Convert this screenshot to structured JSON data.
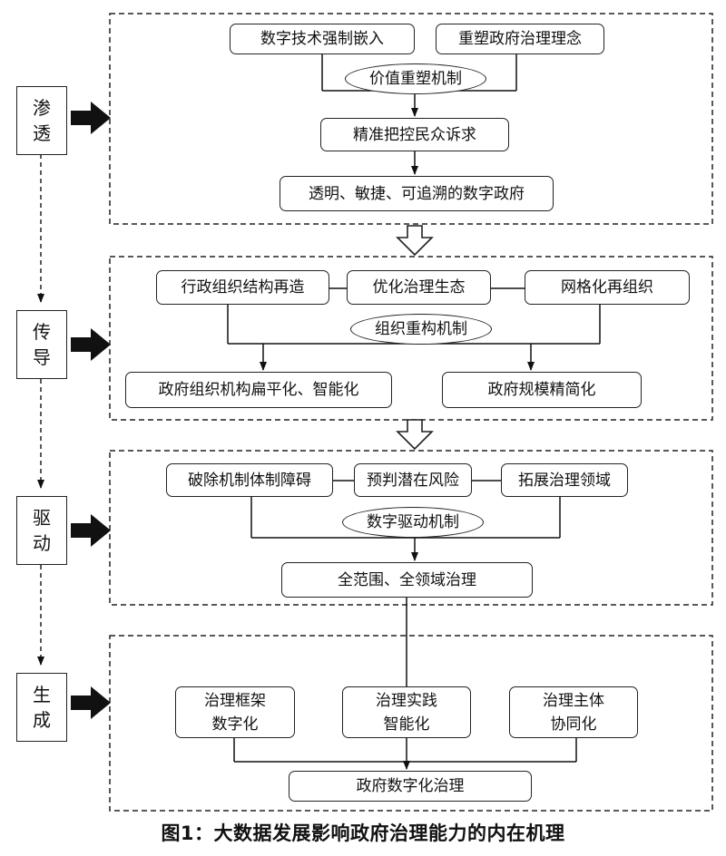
{
  "stages": [
    {
      "line1": "渗",
      "line2": "透"
    },
    {
      "line1": "传",
      "line2": "导"
    },
    {
      "line1": "驱",
      "line2": "动"
    },
    {
      "line1": "生",
      "line2": "成"
    }
  ],
  "panel1": {
    "input_a": "数字技术强制嵌入",
    "input_b": "重塑政府治理理念",
    "mechanism": "价值重塑机制",
    "middle": "精准把控民众诉求",
    "output": "透明、敏捷、可追溯的数字政府"
  },
  "panel2": {
    "input_a": "行政组织结构再造",
    "input_b": "优化治理生态",
    "input_c": "网格化再组织",
    "mechanism": "组织重构机制",
    "output_a": "政府组织机构扁平化、智能化",
    "output_b": "政府规模精简化"
  },
  "panel3": {
    "input_a": "破除机制体制障碍",
    "input_b": "预判潜在风险",
    "input_c": "拓展治理领域",
    "mechanism": "数字驱动机制",
    "output": "全范围、全领域治理"
  },
  "panel4": {
    "input_a": {
      "line1": "治理框架",
      "line2": "数字化"
    },
    "input_b": {
      "line1": "治理实践",
      "line2": "智能化"
    },
    "input_c": {
      "line1": "治理主体",
      "line2": "协同化"
    },
    "output": "政府数字化治理"
  },
  "caption": "图1：大数据发展影响政府治理能力的内在机理"
}
